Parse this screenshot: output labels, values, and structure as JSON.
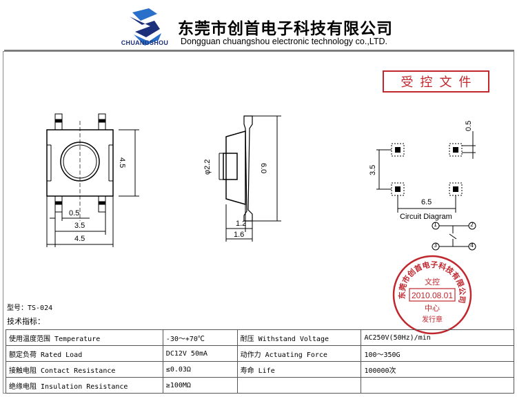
{
  "header": {
    "logo_caption": "CHUANGSHOU",
    "company_cn": "东莞市创首电子科技有限公司",
    "company_en": "Dongguan chuangshou electronic technology co.,LTD."
  },
  "stamp_controlled": "受控文件",
  "drawing": {
    "front_dims": {
      "height": "4.5",
      "pin_width": "0.5",
      "pin_pitch": "3.5",
      "width": "4.5"
    },
    "side_dims": {
      "diameter": "φ2.2",
      "height": "6.0",
      "step": "1.2",
      "depth": "1.6"
    },
    "circuit": {
      "pad_v": "3.5",
      "pad_top": "0.5",
      "pad_h": "6.5",
      "title": "Circuit Diagram",
      "pins": [
        "1",
        "2",
        "3",
        "4"
      ]
    }
  },
  "seal": {
    "ring_text": "东莞市创首电子科技有限公司",
    "line1": "文控",
    "date": "2010.08.01",
    "line3": "中心",
    "line4": "发行章"
  },
  "model": "型号：TS-024",
  "spec_heading": "技术指标：",
  "specs": [
    [
      "使用温度范围 Temperature",
      "-30～+70℃",
      "耐压 Withstand Voltage",
      "AC250V(50Hz)/min"
    ],
    [
      "额定负荷 Rated Load",
      "DC12V 50mA",
      "动作力 Actuating Force",
      "100～350G"
    ],
    [
      "接触电阻 Contact Resistance",
      "≤0.03Ω",
      "寿命 Life",
      "100000次"
    ],
    [
      "绝缘电阻 Insulation Resistance",
      "≥100MΩ",
      "",
      ""
    ]
  ],
  "colors": {
    "logo_blue": "#1b2f7a",
    "stamp_red": "#c0262c"
  }
}
